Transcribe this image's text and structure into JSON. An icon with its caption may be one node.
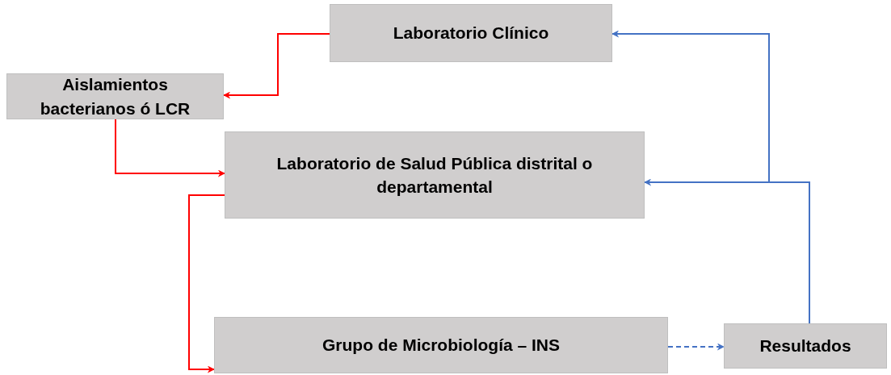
{
  "diagram": {
    "nodes": [
      {
        "text": [
          "Laboratorio Clínico"
        ]
      },
      {
        "text": [
          "Aislamientos bacterianos ó LCR"
        ]
      },
      {
        "text": [
          "Laboratorio de Salud Pública distrital o departamental"
        ]
      },
      {
        "text": [
          "Grupo de Microbiología – INS"
        ]
      },
      {
        "text": [
          "Resultados"
        ]
      }
    ],
    "edges": [
      {
        "from": 0,
        "to": 1,
        "arrow": "to",
        "color": "#ff0000"
      },
      {
        "from": 1,
        "to": 2,
        "arrow": "to",
        "color": "#ff0000"
      },
      {
        "from": 2,
        "to": 3,
        "arrow": "to",
        "color": "#ff0000"
      },
      {
        "from": 3,
        "to": 4,
        "arrow": "to",
        "style": "dashed",
        "color": "#4472c4"
      },
      {
        "from": 4,
        "to": 0,
        "arrow": "to",
        "color": "#4472c4"
      },
      {
        "from": 4,
        "to": 2,
        "arrow": "to",
        "color": "#4472c4"
      }
    ]
  }
}
